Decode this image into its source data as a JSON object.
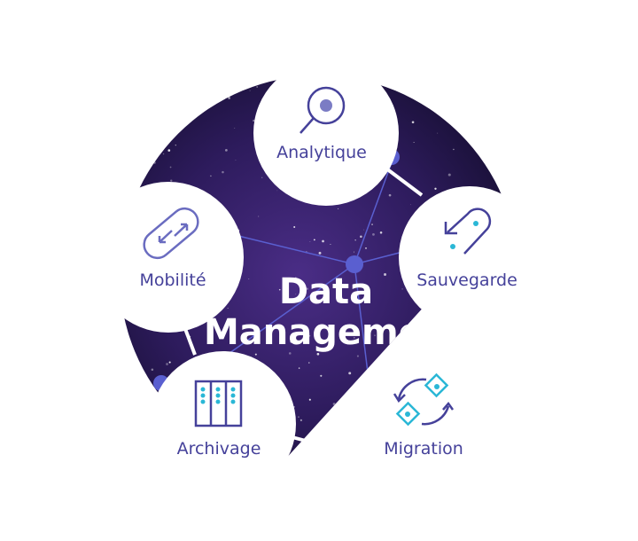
{
  "center": {
    "line1": "Data",
    "line2": "Management"
  },
  "nodes": [
    {
      "label": "Analytique",
      "icon": "magnifier-icon"
    },
    {
      "label": "Sauvegarde",
      "icon": "backup-arrow-icon"
    },
    {
      "label": "Mobilité",
      "icon": "bidirectional-arrows-icon"
    },
    {
      "label": "Archivage",
      "icon": "server-rack-icon"
    },
    {
      "label": "Migration",
      "icon": "sync-cycle-icon"
    }
  ],
  "colors": {
    "primary": "#45419a",
    "accent": "#2ab7d6",
    "space": "#2a1a55"
  }
}
